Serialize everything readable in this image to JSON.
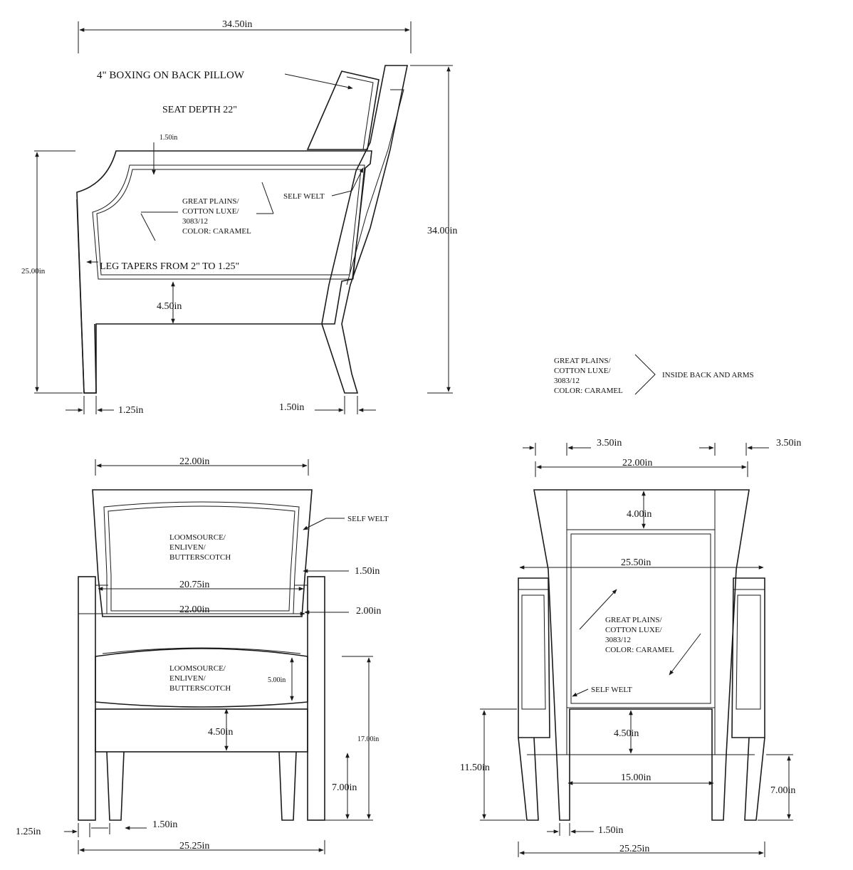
{
  "side_view": {
    "overall_width": "34.50in",
    "note_boxing": "4\" BOXING ON BACK PILLOW",
    "note_seat_depth": "SEAT DEPTH 22\"",
    "arm_top": "1.50in",
    "self_welt": "SELF WELT",
    "fabric": [
      "GREAT PLAINS/",
      "COTTON LUXE/",
      "3083/12",
      "COLOR: CARAMEL"
    ],
    "leg_taper": "LEG TAPERS FROM 2\" TO 1.25\"",
    "arm_height": "25.00in",
    "overall_height": "34.00in",
    "rail_height": "4.50in",
    "front_leg": "1.25in",
    "back_leg": "1.50in"
  },
  "legend": {
    "fabric": [
      "GREAT PLAINS/",
      "COTTON LUXE/",
      "3083/12",
      "COLOR: CARAMEL"
    ],
    "applies_to": "INSIDE BACK AND ARMS"
  },
  "front_view": {
    "back_width": "22.00in",
    "self_welt": "SELF WELT",
    "back_fabric": [
      "LOOMSOURCE/",
      "ENLIVEN/",
      "BUTTERSCOTCH"
    ],
    "arm_offset": "1.50in",
    "inner_width": "20.75in",
    "seat_width": "22.00in",
    "arm_gap": "2.00in",
    "seat_fabric": [
      "LOOMSOURCE/",
      "ENLIVEN/",
      "BUTTERSCOTCH"
    ],
    "cushion_height": "5.00in",
    "seat_height": "17.00in",
    "rail_height": "4.50in",
    "leg_height": "7.00in",
    "leg_left": "1.25in",
    "leg_inner": "1.50in",
    "overall_width": "25.25in"
  },
  "back_view": {
    "post_left": "3.50in",
    "post_right": "3.50in",
    "top_width": "22.00in",
    "top_rail": "4.00in",
    "arm_width": "25.50in",
    "fabric": [
      "GREAT PLAINS/",
      "COTTON LUXE/",
      "3083/12",
      "COLOR: CARAMEL"
    ],
    "self_welt": "SELF WELT",
    "bottom_rail": "4.50in",
    "arm_height": "11.50in",
    "leg_span": "15.00in",
    "leg_height": "7.00in",
    "leg_width": "1.50in",
    "overall_width": "25.25in"
  }
}
